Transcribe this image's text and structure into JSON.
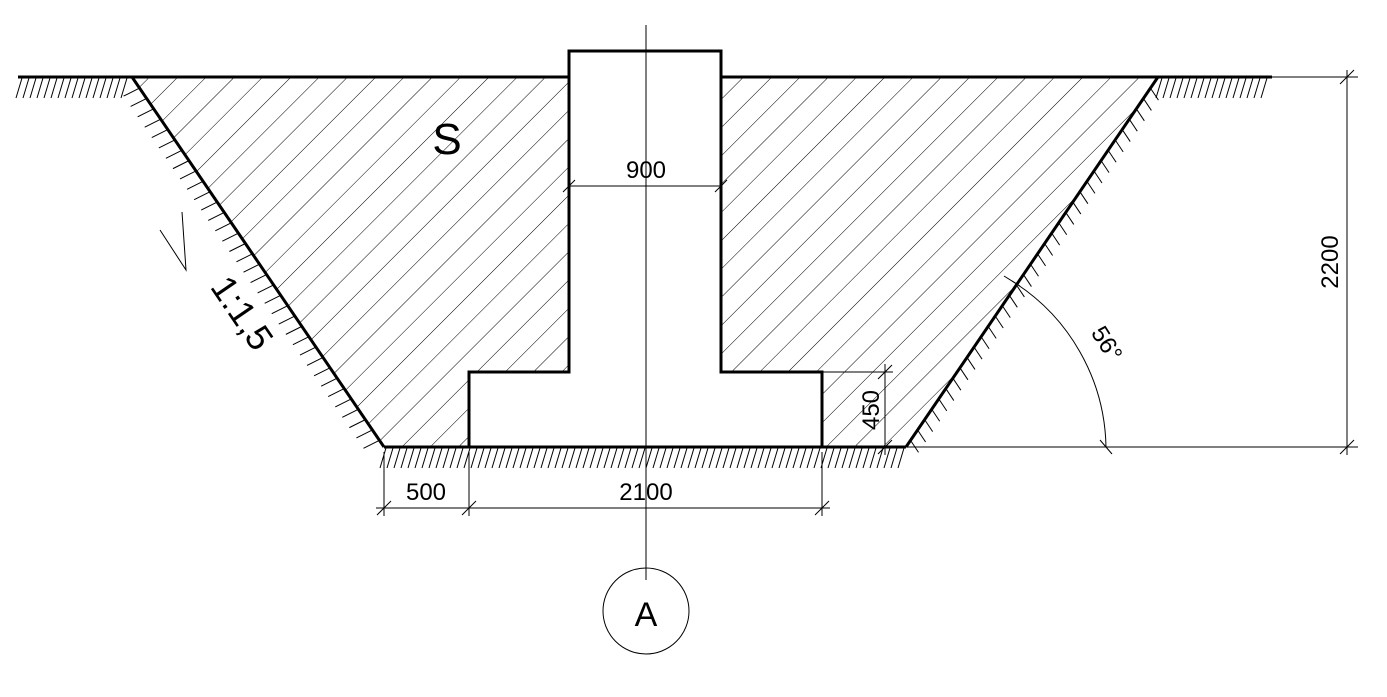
{
  "labels": {
    "fill_area": "S",
    "slope": "1:1,5",
    "angle": "56°",
    "axis_marker": "A"
  },
  "dimensions": {
    "column_width": "900",
    "footing_width": "2100",
    "side_clearance": "500",
    "footing_height": "450",
    "pit_depth": "2200"
  },
  "colors": {
    "line": "#000000",
    "background": "#ffffff"
  }
}
